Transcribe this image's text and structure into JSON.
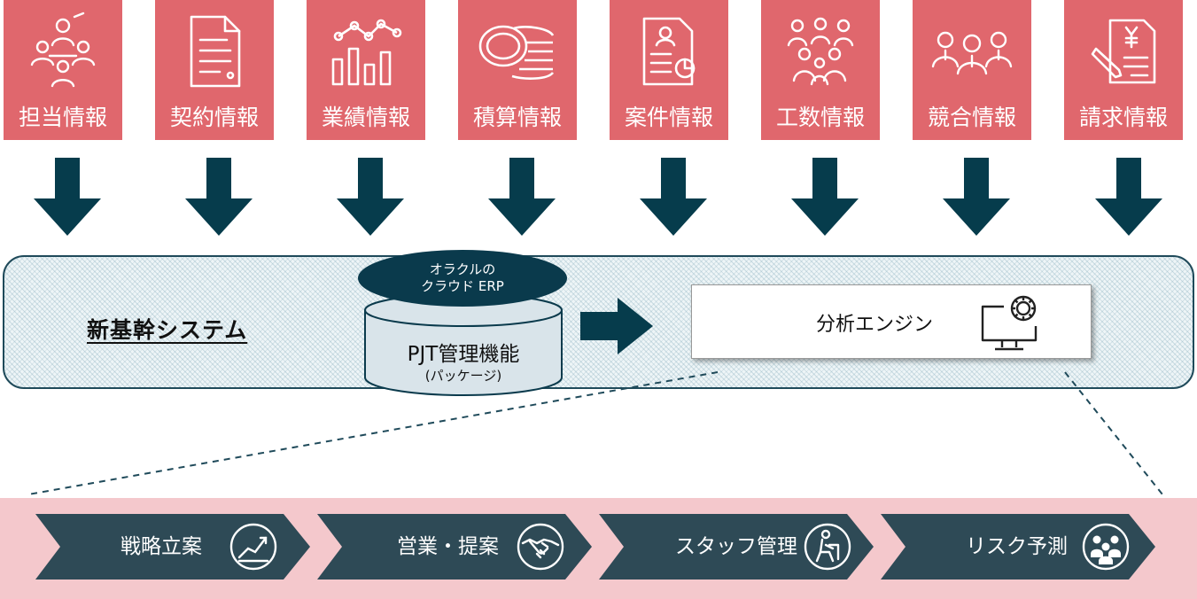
{
  "sources": [
    {
      "label": "担当情報",
      "icon": "meeting-people-icon"
    },
    {
      "label": "契約情報",
      "icon": "contract-document-icon"
    },
    {
      "label": "業績情報",
      "icon": "bar-line-chart-icon"
    },
    {
      "label": "積算情報",
      "icon": "coin-stack-icon"
    },
    {
      "label": "案件情報",
      "icon": "project-report-icon"
    },
    {
      "label": "工数情報",
      "icon": "team-people-icon"
    },
    {
      "label": "競合情報",
      "icon": "competitors-icon"
    },
    {
      "label": "請求情報",
      "icon": "invoice-yen-icon"
    }
  ],
  "system": {
    "title": "新基幹システム",
    "cloud_line1": "オラクルの",
    "cloud_line2": "クラウド ERP",
    "pjt_main": "PJT管理機能",
    "pjt_sub": "(パッケージ)",
    "engine_label": "分析エンジン"
  },
  "outcomes": [
    {
      "label": "戦略立案",
      "icon": "rising-chart-icon"
    },
    {
      "label": "営業・提案",
      "icon": "handshake-icon"
    },
    {
      "label": "スタッフ管理",
      "icon": "staff-desk-icon"
    },
    {
      "label": "リスク予測",
      "icon": "group-people-icon"
    }
  ],
  "colors": {
    "source_bg": "#e0676d",
    "arrow": "#063c4c",
    "chevron": "#2e4a56",
    "band": "#f4c8cc"
  }
}
